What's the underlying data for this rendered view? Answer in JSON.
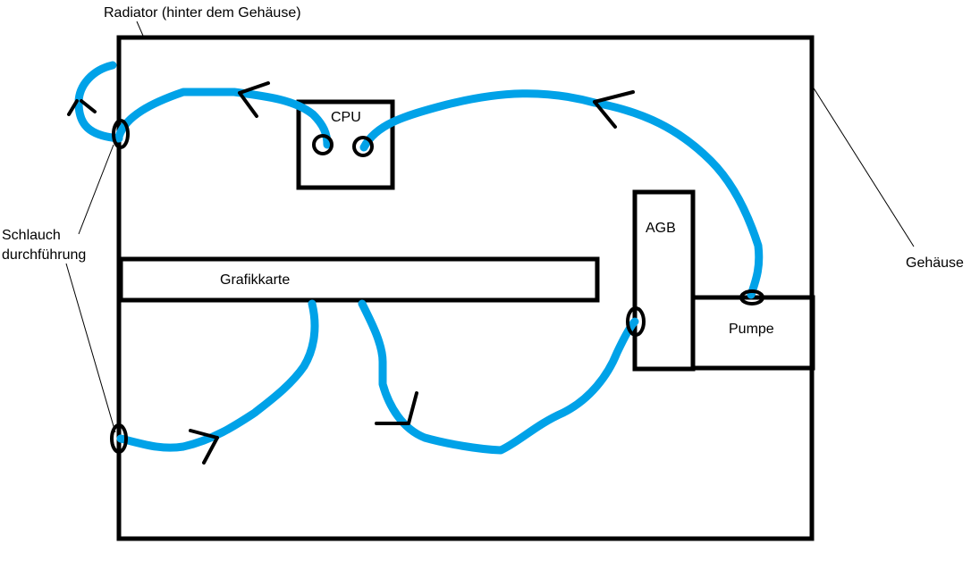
{
  "labels": {
    "radiator": "Radiator (hinter dem Gehäuse)",
    "cpu": "CPU",
    "agb": "AGB",
    "gpu": "Grafikkarte",
    "pump": "Pumpe",
    "case": "Gehäuse",
    "pass_through_line1": "Schlauch",
    "pass_through_line2": "durchführung"
  },
  "colors": {
    "tube": "#00a2e8",
    "outline": "#000000"
  }
}
